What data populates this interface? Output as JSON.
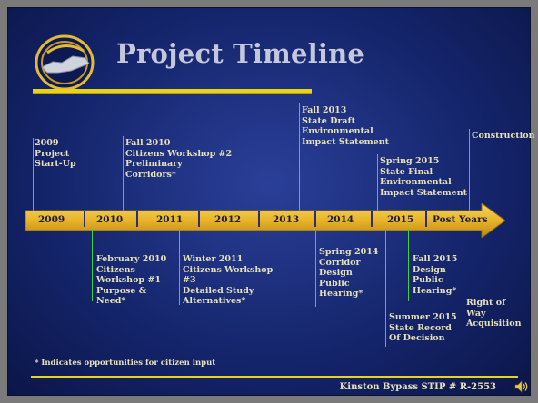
{
  "slide": {
    "title": "Project Timeline",
    "footnote": "* Indicates opportunities for citizen input",
    "footer": "Kinston Bypass STIP # R-2553"
  },
  "timeline": {
    "years": [
      "2009",
      "2010",
      "2011",
      "2012",
      "2013",
      "2014",
      "2015",
      "Post Years"
    ],
    "above": [
      {
        "lines": [
          "2009",
          "Project",
          "Start-Up"
        ]
      },
      {
        "lines": [
          "Fall 2010",
          "Citizens Workshop #2",
          "Preliminary",
          "Corridors*"
        ]
      },
      {
        "lines": [
          "Fall 2013",
          "State Draft",
          "Environmental",
          "Impact Statement"
        ]
      },
      {
        "lines": [
          "Spring 2015",
          "State Final",
          "Environmental",
          "Impact Statement"
        ]
      },
      {
        "lines": [
          "Construction"
        ]
      }
    ],
    "below": [
      {
        "lines": [
          "February 2010",
          "Citizens",
          "Workshop #1",
          "Purpose &",
          "Need*"
        ]
      },
      {
        "lines": [
          "Winter 2011",
          "Citizens Workshop",
          "#3",
          "Detailed Study",
          "Alternatives*"
        ]
      },
      {
        "lines": [
          "Spring 2014",
          "Corridor",
          "Design",
          "Public",
          "Hearing*"
        ]
      },
      {
        "lines": [
          "Summer 2015",
          "State Record",
          "Of Decision"
        ]
      },
      {
        "lines": [
          "Fall 2015",
          "Design",
          "Public",
          "Hearing*"
        ]
      },
      {
        "lines": [
          "Right of",
          "Way",
          "Acquisition"
        ]
      }
    ]
  },
  "icons": {
    "logo": "ncdot-state-logo-icon",
    "audio": "speaker-icon"
  },
  "colors": {
    "background": "#1c2f86",
    "accent_yellow": "#e8d21a",
    "milestone_green": "#3fd23f",
    "label_text": "#e6e0b8",
    "timeline_bar": "#e8b327"
  }
}
